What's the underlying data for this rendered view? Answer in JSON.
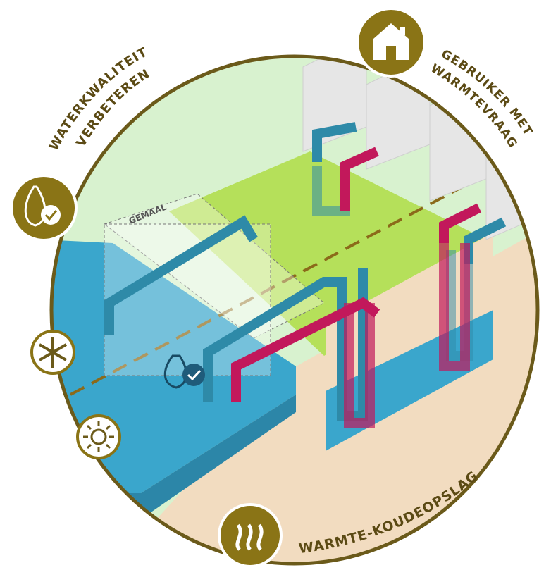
{
  "labels": {
    "top_left_line1": "WATERKWALITEIT",
    "top_left_line2": "VERBETEREN",
    "top_right_line1": "GEBRUIKER MET",
    "top_right_line2": "WARMTEVRAAG",
    "bottom": "WARMTE-KOUDEOPSLAG",
    "building": "GEMAAL"
  },
  "icons": {
    "house": "house-icon",
    "water_quality": "water-drop-check-icon",
    "cold": "snowflake-icon",
    "warm": "sun-icon",
    "heat": "heat-waves-icon",
    "water_check": "water-drop-check-icon"
  },
  "colors": {
    "badge": "#8a7416",
    "circle_outline": "#6b5a1a",
    "cold_flow": "#2e8aa8",
    "warm_flow": "#c2185b",
    "water": "#3aa6cc",
    "grass": "#b5e05a",
    "soil": "#f2dcc0",
    "sky": "#d8f2cf"
  }
}
